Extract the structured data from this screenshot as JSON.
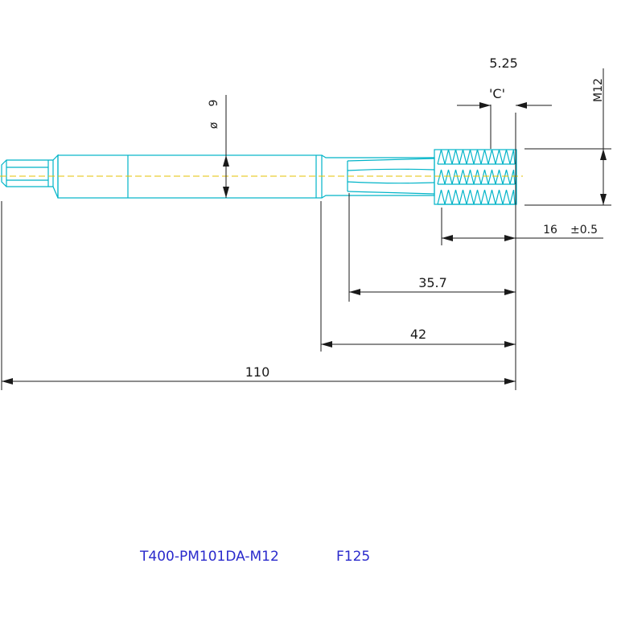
{
  "dimensions": {
    "tip_width": "5.25",
    "tip_label": "'C'",
    "thread_size": "M12",
    "diameter_symbol": "ø",
    "shank_diameter": "9",
    "thread_length": "16",
    "thread_tolerance": "±0.5",
    "flute_length": "35.7",
    "neck_length": "42",
    "overall_length": "110"
  },
  "title_block": {
    "part_number": "T400-PM101DA-M12",
    "code": "F125"
  },
  "colors": {
    "tool_outline": "#00b4c8",
    "dimension_lines": "#1a1a1a",
    "centerline": "#e6c200",
    "title_text": "#2a2acc",
    "background": "#ffffff"
  }
}
